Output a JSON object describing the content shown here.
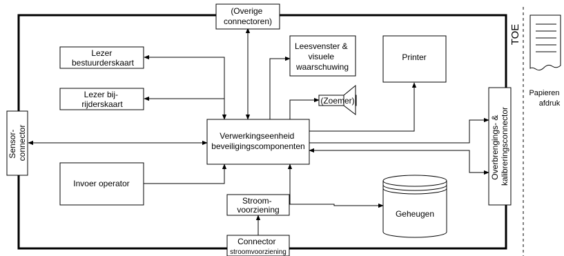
{
  "toe_label": "TOE",
  "boxes": {
    "overige_connectoren": [
      "(Overige",
      "connectoren)"
    ],
    "lezer_bestuurderskaart": [
      "Lezer",
      "bestuurderskaart"
    ],
    "lezer_bijrijderskaart": [
      "Lezer bij-",
      "rijderskaart"
    ],
    "leesvenster": [
      "Leesvenster &",
      "visuele",
      "waarschuwing"
    ],
    "printer": [
      "Printer"
    ],
    "zoemer": [
      "(Zoemer)"
    ],
    "verwerkingseenheid": [
      "Verwerkingseenheid",
      "beveiligingscomponenten"
    ],
    "invoer_operator": [
      "Invoer operator"
    ],
    "stroomvoorziening": [
      "Stroom-",
      "voorziening"
    ],
    "geheugen": [
      "Geheugen"
    ],
    "connector_stroom": [
      "Connector",
      "stroomvoorziening"
    ],
    "sensor_connector": [
      "Sensor-",
      "connector"
    ],
    "overbrengings_connector": [
      "Overbrengings- &",
      "kalibreringsconnector"
    ],
    "papieren_afdruk": [
      "Papieren",
      "afdruk"
    ]
  }
}
